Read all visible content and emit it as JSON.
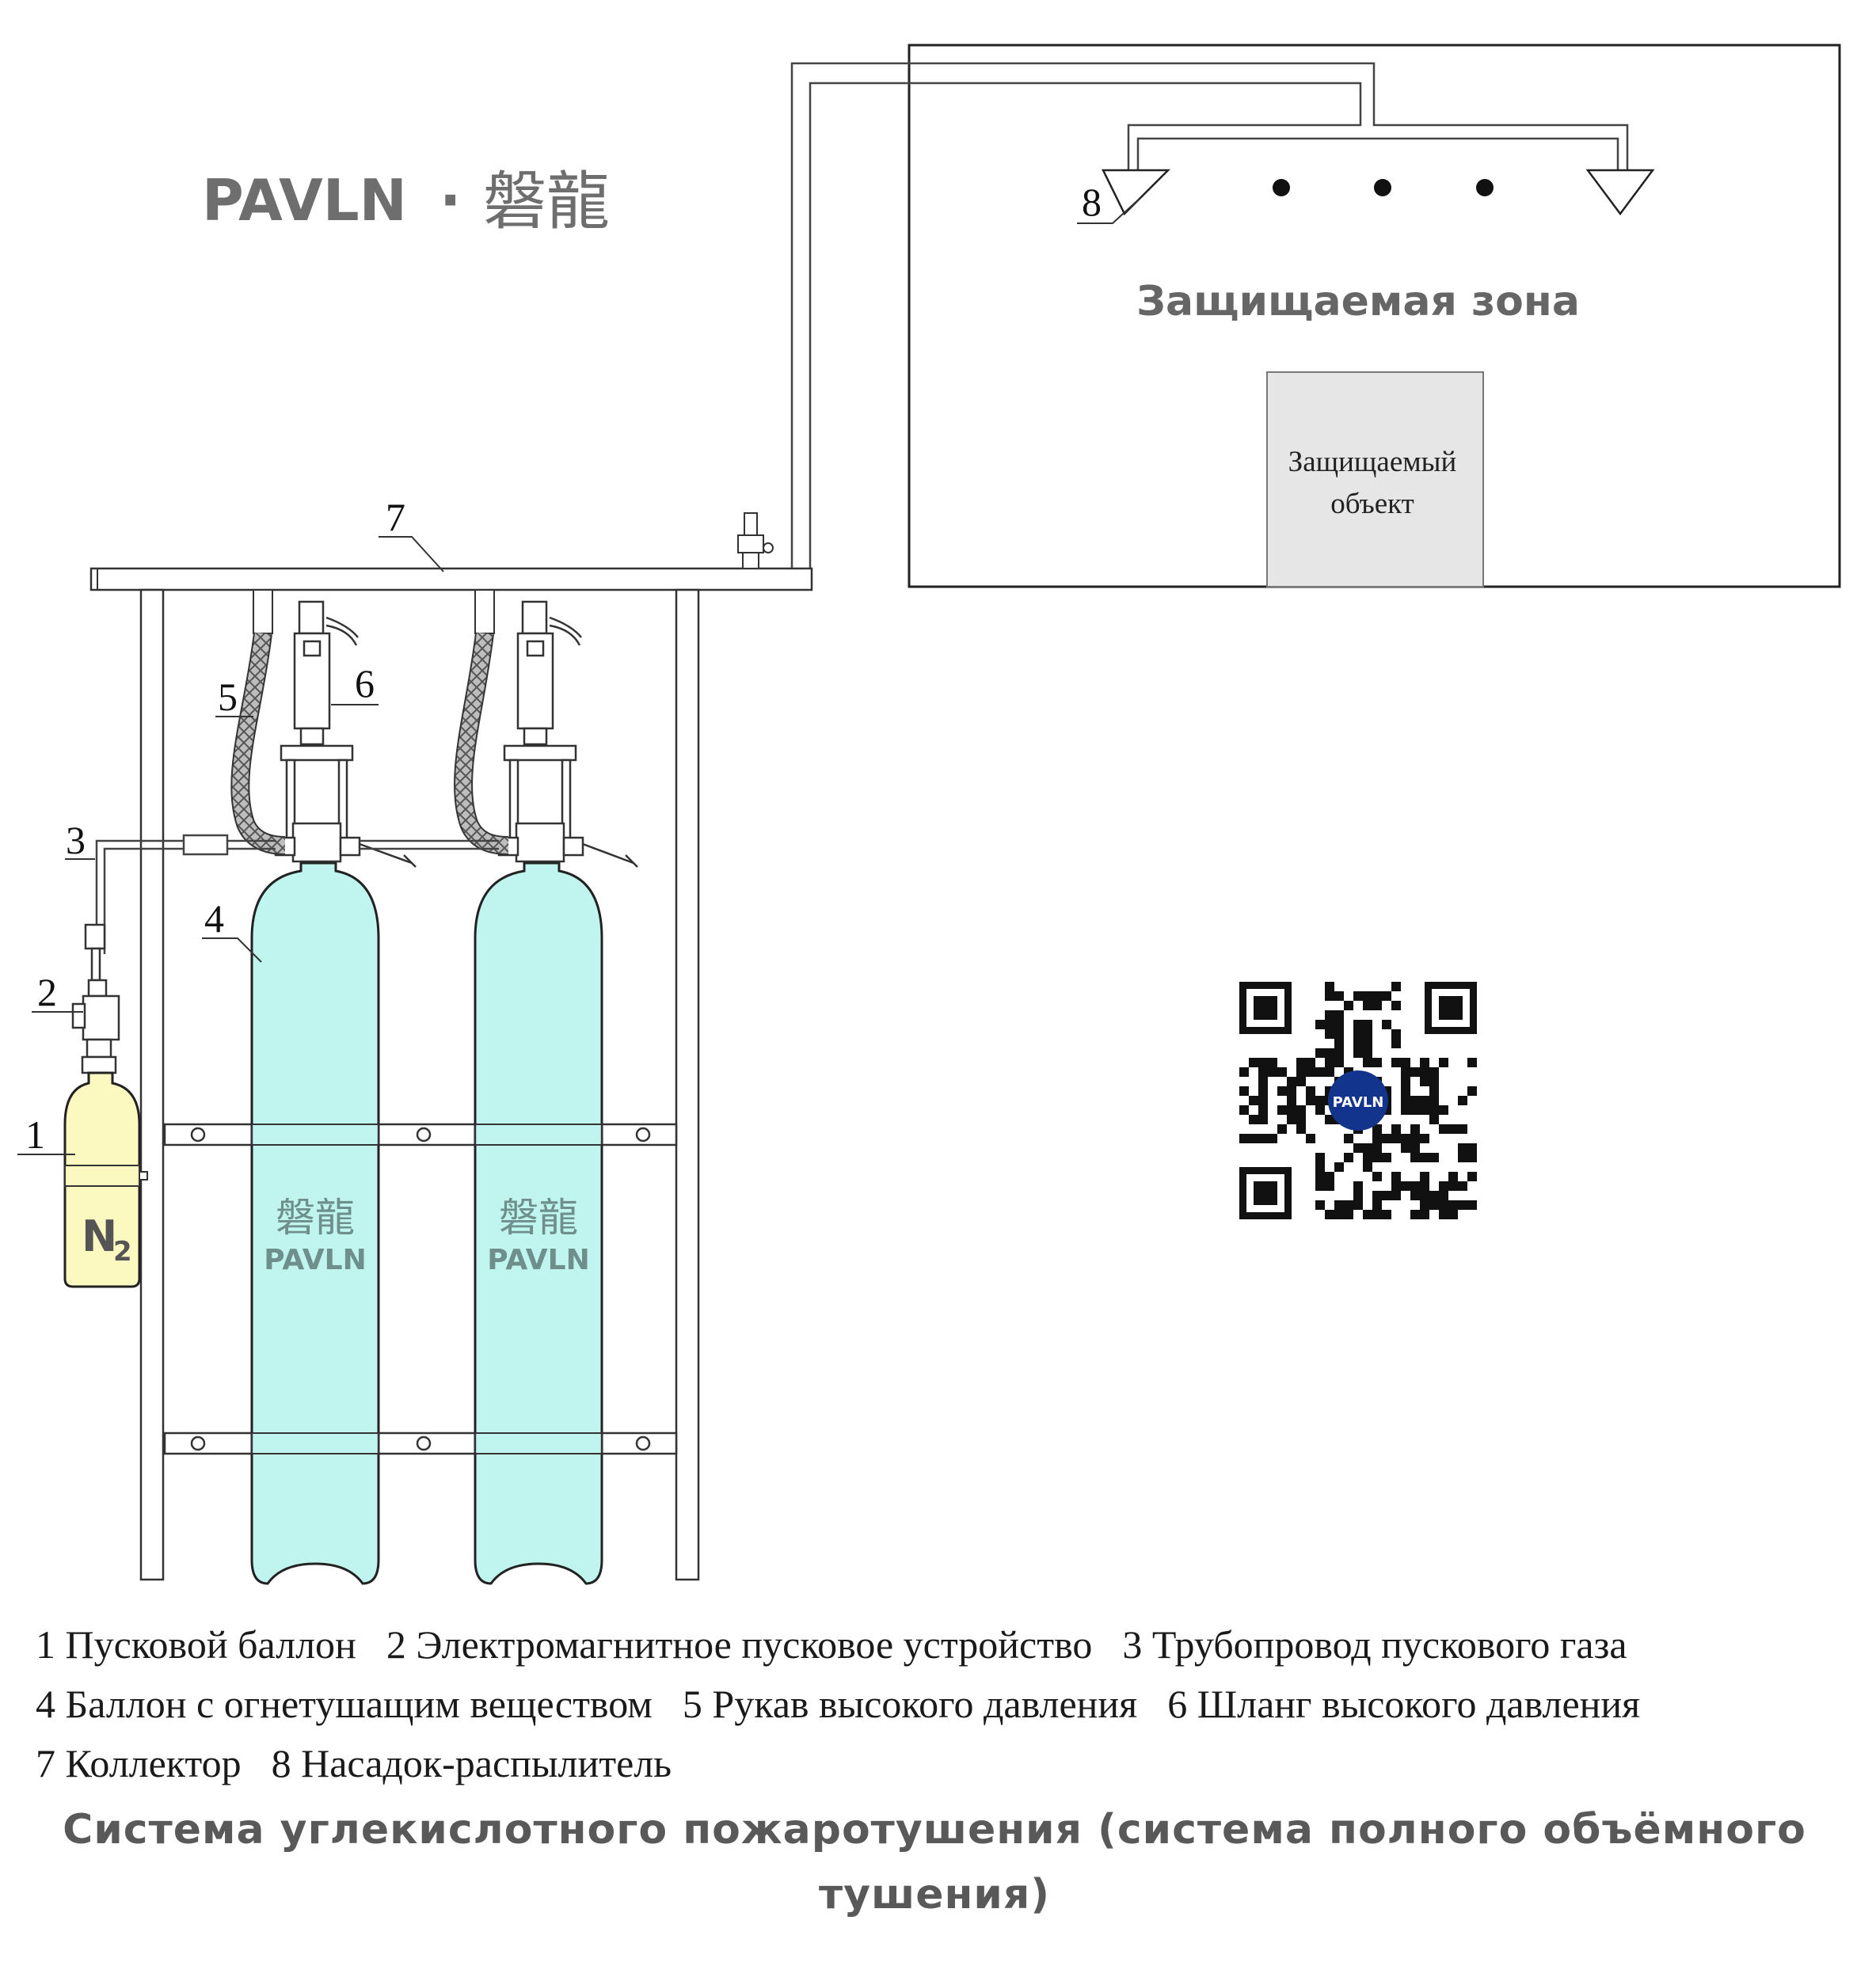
{
  "brand": {
    "logo_latin": "PAVLN",
    "logo_separator": "·",
    "logo_cjk": "磐龍",
    "accent_color": "#6e6e6e"
  },
  "zone": {
    "title": "Защищаемая зона",
    "object_line1": "Защищаемый",
    "object_line2": "объект"
  },
  "nitrogen_label": {
    "main": "N",
    "sub": "2"
  },
  "cylinder_marks": {
    "cjk": "磐龍",
    "latin": "PAVLN"
  },
  "qr_badge": "PAVLN",
  "callouts": [
    "1",
    "2",
    "3",
    "4",
    "5",
    "6",
    "7",
    "8"
  ],
  "legend": {
    "row1": [
      "1 Пусковой баллон",
      "2 Электромагнитное пусковое устройство",
      "3 Трубопровод пускового газа"
    ],
    "row2": [
      "4 Баллон с огнетушащим веществом",
      "5 Рукав высокого давления",
      "6 Шланг высокого давления"
    ],
    "row3": [
      "7 Коллектор",
      "8 Насадок-распылитель"
    ]
  },
  "caption": {
    "line1": "Система углекислотного пожаротушения (система полного объёмного",
    "line2": "тушения)"
  },
  "colors": {
    "agent_cylinder": "#bff5ee",
    "nitrogen_cylinder": "#fbf8c0",
    "object_fill": "#e6e6e6",
    "line": "#2a2a2a"
  }
}
